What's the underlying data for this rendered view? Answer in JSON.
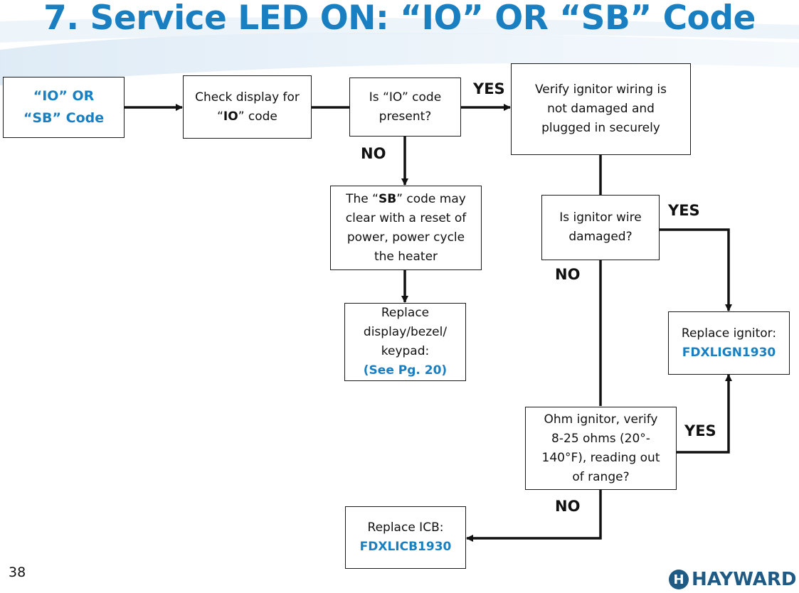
{
  "title": "7. Service LED ON: “IO” OR “SB” Code",
  "page_number": "38",
  "brand": "HAYWARD",
  "colors": {
    "accent": "#1a7fc1",
    "text": "#111111",
    "logo": "#1f5a85"
  },
  "nodes": {
    "start": {
      "line1": "“IO” OR",
      "line2": "“SB” Code"
    },
    "check_display": {
      "line1": "Check display for",
      "line2_pre": "“",
      "line2_bold": "IO",
      "line2_post": "” code"
    },
    "io_present": {
      "line1": "Is “IO” code",
      "line2": "present?"
    },
    "verify_wiring": {
      "line1": "Verify ignitor wiring is",
      "line2": "not damaged and",
      "line3": "plugged in securely"
    },
    "sb_reset": {
      "line1_pre": "The “",
      "line1_bold": "SB",
      "line1_post": "” code may",
      "line2": "clear with a reset of",
      "line3": "power, power cycle",
      "line4": "the heater"
    },
    "replace_display": {
      "line1": "Replace",
      "line2": "display/bezel/",
      "line3": "keypad:",
      "line4": "(See Pg. 20)"
    },
    "wire_damaged": {
      "line1": "Is ignitor wire",
      "line2": "damaged?"
    },
    "replace_ignitor": {
      "line1": "Replace ignitor:",
      "line2": "FDXLIGN1930"
    },
    "ohm_ignitor": {
      "line1": "Ohm ignitor, verify",
      "line2": "8-25 ohms (20°-",
      "line3": "140°F), reading out",
      "line4": "of range?"
    },
    "replace_icb": {
      "line1": "Replace ICB:",
      "line2": "FDXLICB1930"
    }
  },
  "labels": {
    "yes_io": "YES",
    "no_io": "NO",
    "yes_wire": "YES",
    "no_wire": "NO",
    "yes_ohm": "YES",
    "no_ohm": "NO"
  }
}
